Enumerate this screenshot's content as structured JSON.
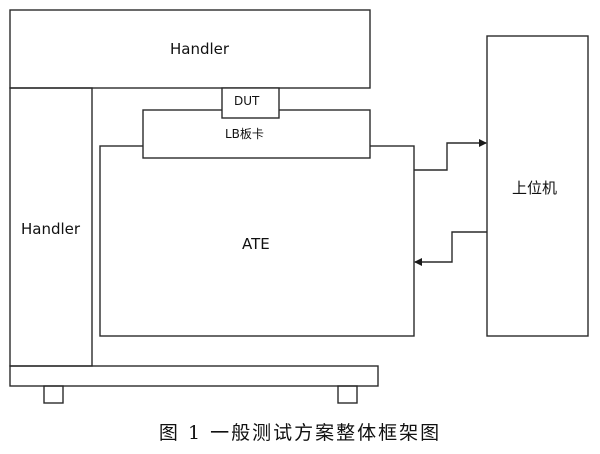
{
  "nodes": {
    "handler_top": "Handler",
    "handler_left": "Handler",
    "dut": "DUT",
    "loadboard": "LB板卡",
    "ate": "ATE",
    "host": "上位机"
  },
  "caption": "图 1  一般测试方案整体框架图",
  "colors": {
    "stroke": "#2a2a2a",
    "text": "#111111",
    "background": "#ffffff"
  }
}
